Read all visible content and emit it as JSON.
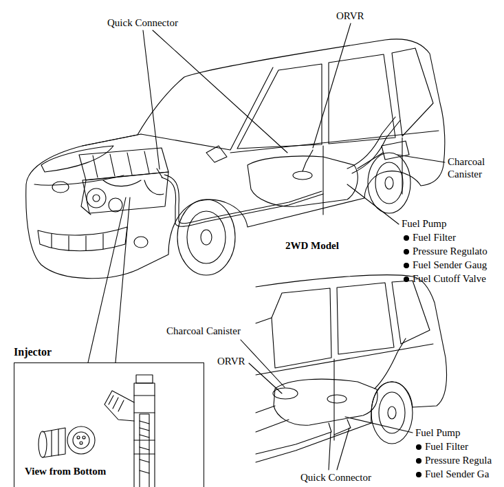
{
  "diagram": {
    "nodes": [
      {
        "text": [
          "Injector",
          "View from Bottom"
        ]
      }
    ],
    "labels": [
      "Quick Connector",
      "ORVR",
      "Charcoal Canister",
      "Fuel Pump",
      "Fuel Filter",
      "Pressure Regulato",
      "Fuel Sender Gaug",
      "Fuel Cutoff Valve",
      "2WD Model",
      "Charcoal Canister",
      "ORVR",
      "Fuel Pump",
      "Fuel Filter",
      "Pressure Regula",
      "Fuel Sender Ga",
      "Quick Connector"
    ]
  }
}
